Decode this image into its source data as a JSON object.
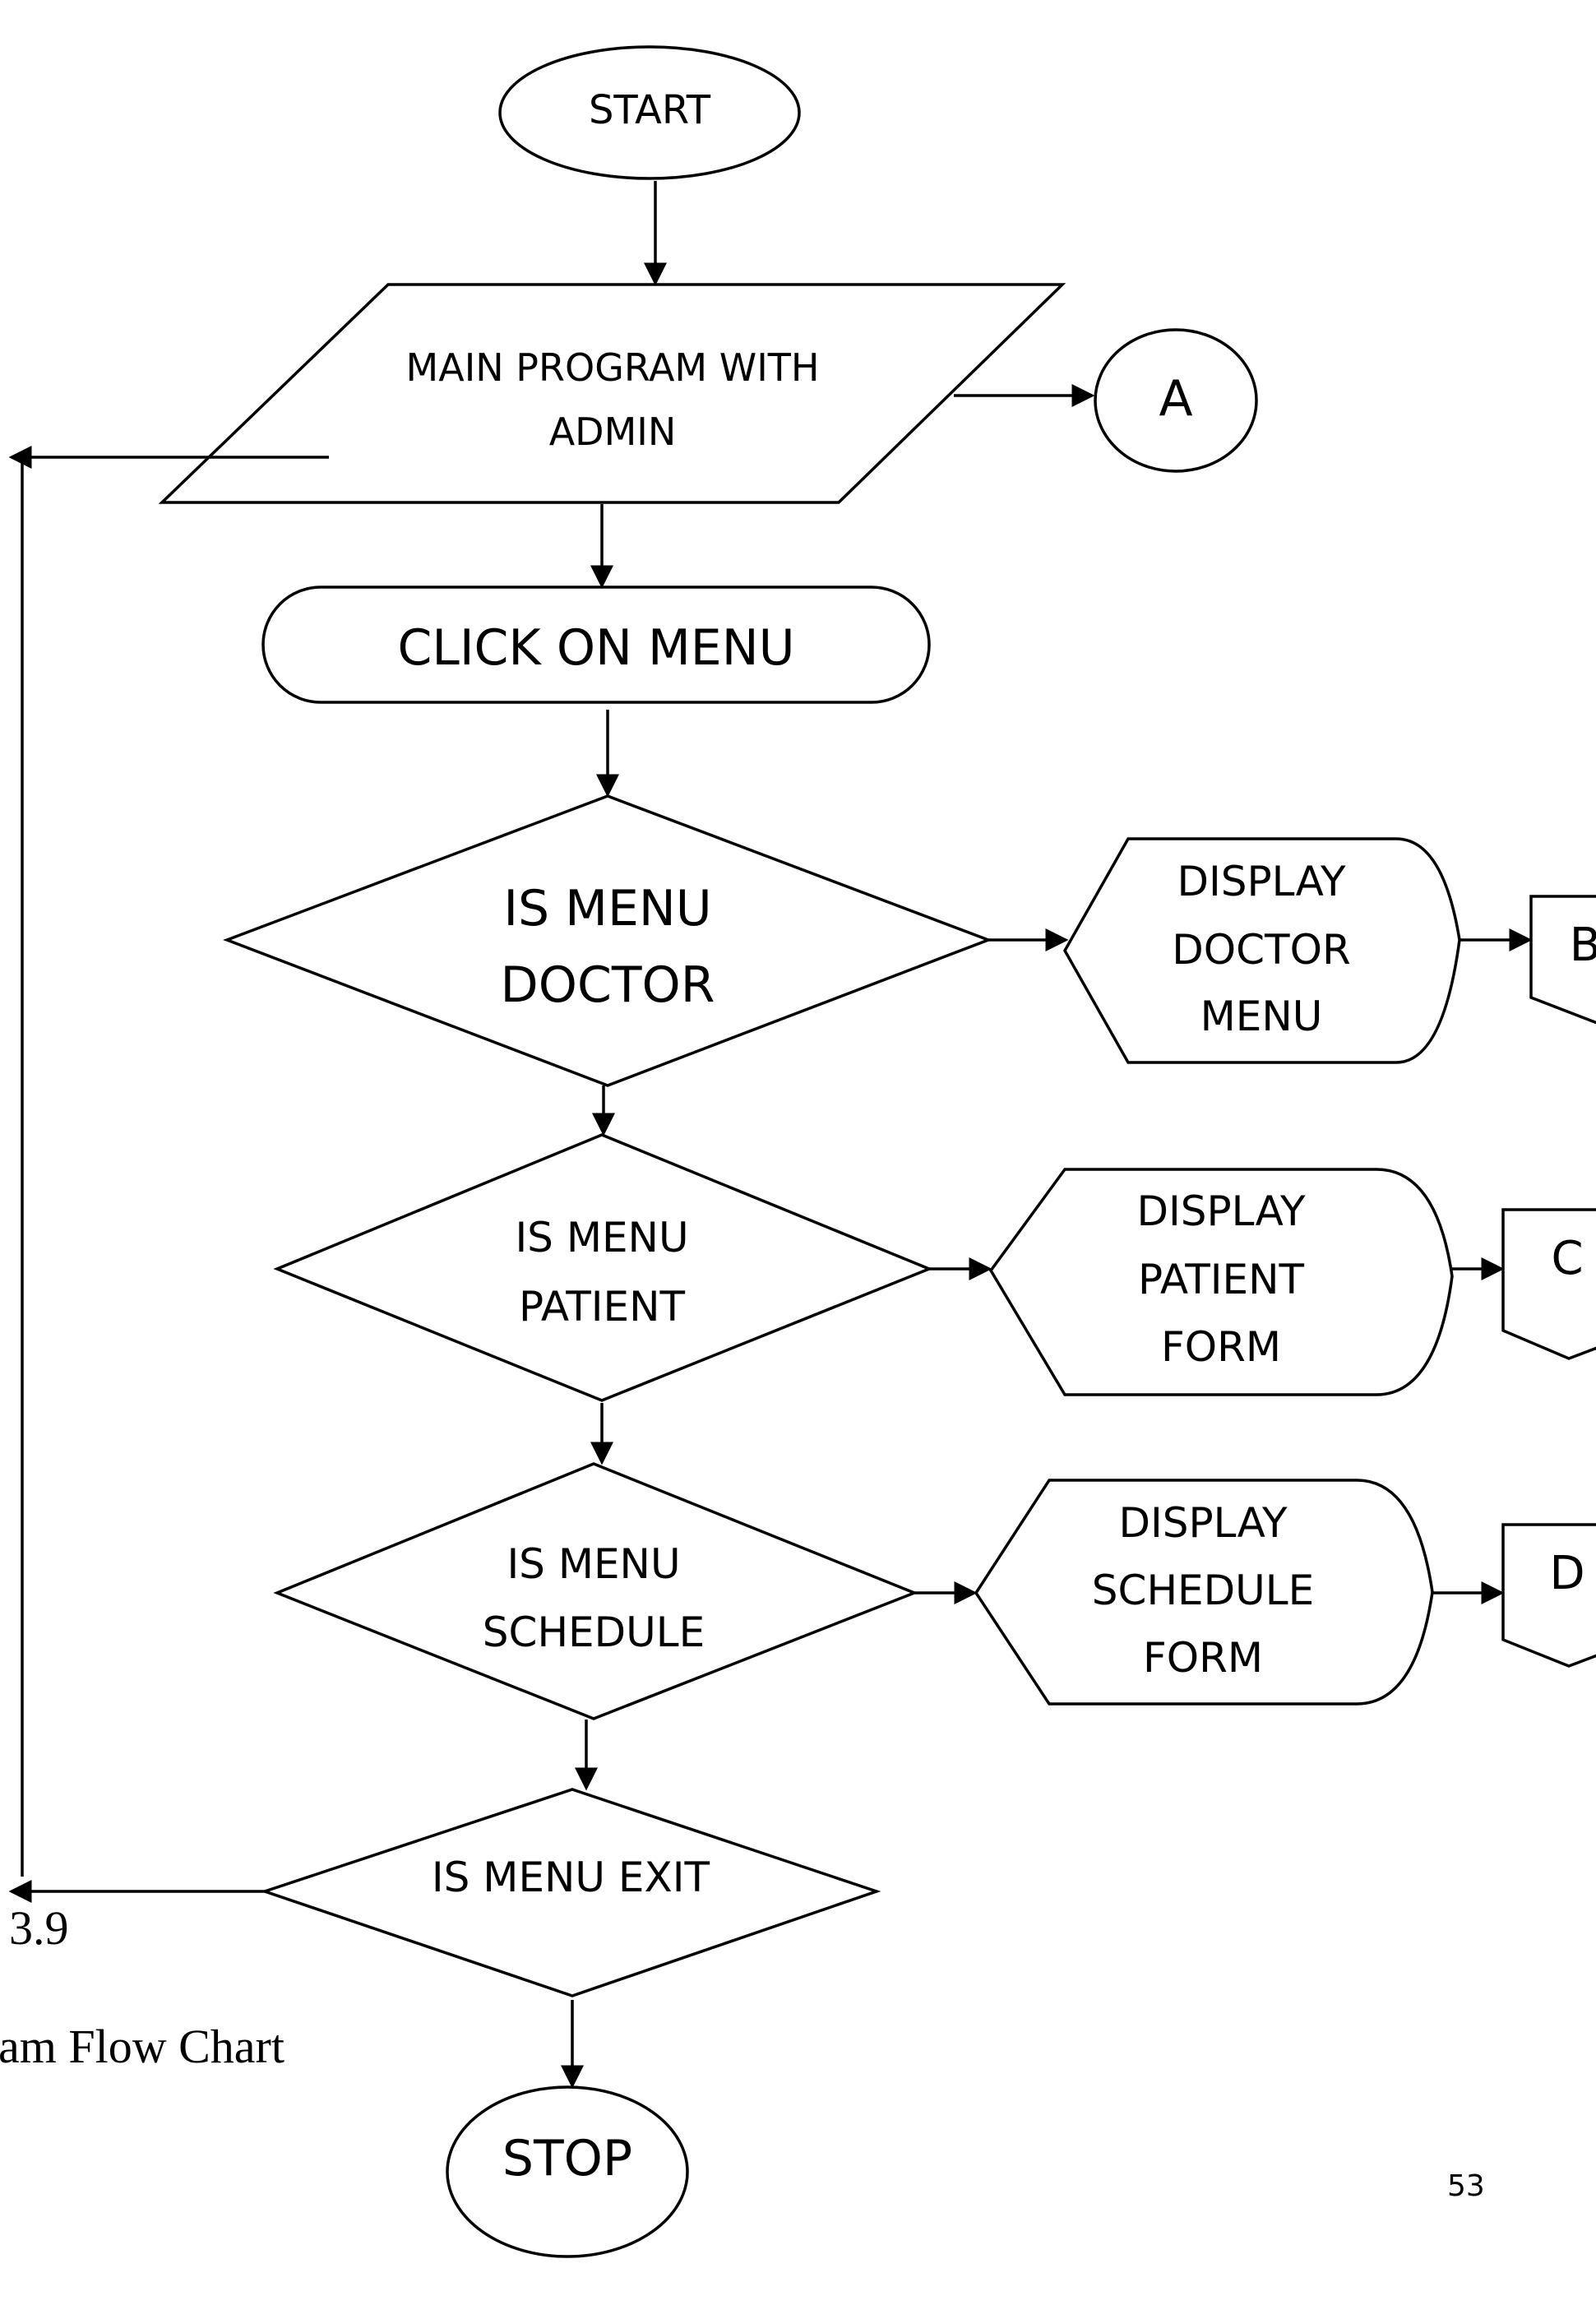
{
  "nodes": {
    "start": "START",
    "main_program": [
      "MAIN PROGRAM WITH",
      "ADMIN"
    ],
    "connector_a": "A",
    "click_menu": "CLICK ON MENU",
    "is_menu_doctor": [
      "IS MENU",
      "DOCTOR"
    ],
    "display_doctor": [
      "DISPLAY",
      "DOCTOR",
      "MENU"
    ],
    "connector_b": "B",
    "is_menu_patient": [
      "IS MENU",
      "PATIENT"
    ],
    "display_patient": [
      "DISPLAY",
      "PATIENT",
      "FORM"
    ],
    "connector_c": "C",
    "is_menu_schedule": [
      "IS MENU",
      "SCHEDULE"
    ],
    "display_schedule": [
      "DISPLAY",
      "SCHEDULE",
      "FORM"
    ],
    "connector_d": "D",
    "is_menu_exit": "IS MENU EXIT",
    "stop": "STOP"
  },
  "caption": {
    "figure_number_fragment": "3.9",
    "title_fragment": "am Flow Chart"
  },
  "page_number": "53"
}
